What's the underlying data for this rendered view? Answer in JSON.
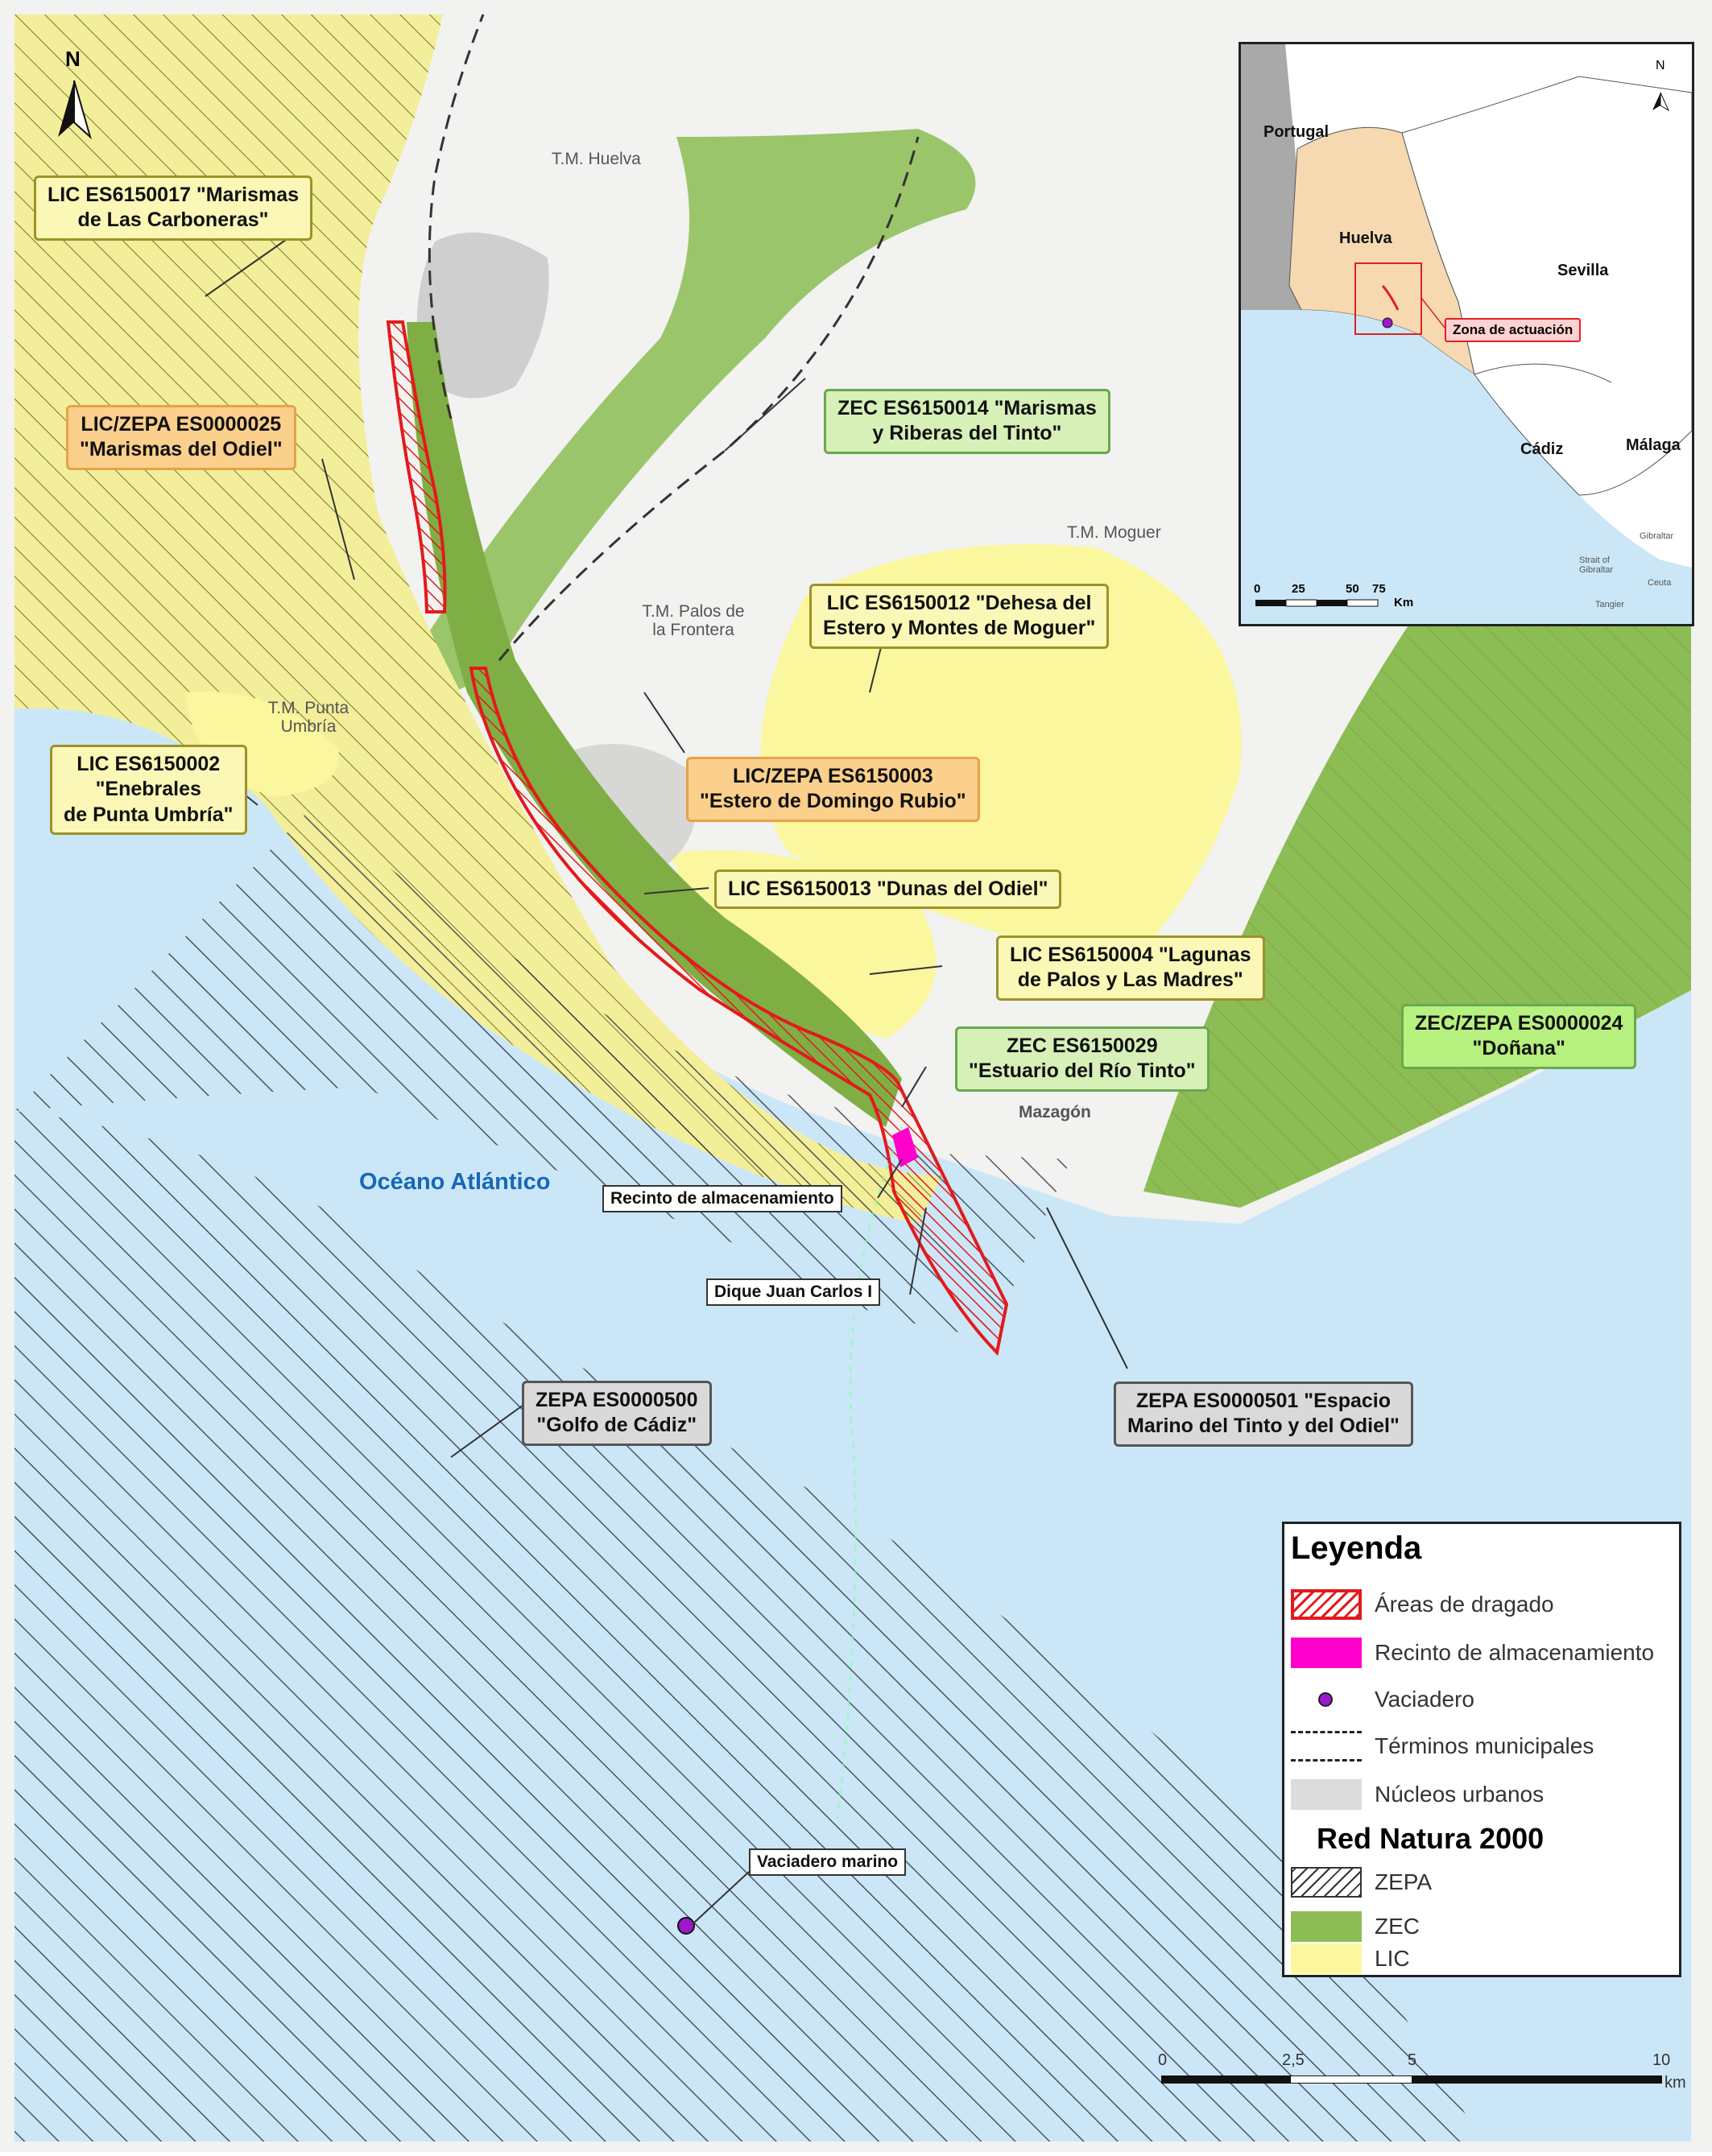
{
  "north_label": "N",
  "ocean_label": "Océano Atlántico",
  "municipal_labels": [
    {
      "name": "T.M. Huelva"
    },
    {
      "name": "T.M. Moguer"
    },
    {
      "name": "T.M. Palos de la Frontera"
    },
    {
      "name": "T.M. Punta Umbría"
    },
    {
      "name": "Mazagón"
    }
  ],
  "protected_area_labels": [
    {
      "id": "lic-carboneras",
      "type": "LIC",
      "line1": "LIC ES6150017 \"Marismas",
      "line2": "de Las Carboneras\""
    },
    {
      "id": "odiel",
      "type": "LIC/ZEPA",
      "line1": "LIC/ZEPA ES0000025",
      "line2": "\"Marismas del Odiel\""
    },
    {
      "id": "zec-tinto",
      "type": "ZEC",
      "line1": "ZEC ES6150014 \"Marismas",
      "line2": "y Riberas del Tinto\""
    },
    {
      "id": "lic-dehesa",
      "type": "LIC",
      "line1": "LIC ES6150012 \"Dehesa del",
      "line2": "Estero y Montes de Moguer\""
    },
    {
      "id": "lic-enebrales",
      "type": "LIC",
      "line1": "LIC ES6150002",
      "line2": "\"Enebrales",
      "line3": "de Punta Umbría\""
    },
    {
      "id": "domingo-rubio",
      "type": "LIC/ZEPA",
      "line1": "LIC/ZEPA ES6150003",
      "line2": "\"Estero de Domingo Rubio\""
    },
    {
      "id": "lic-dunas",
      "type": "LIC",
      "line1": "LIC ES6150013 \"Dunas del Odiel\""
    },
    {
      "id": "lic-lagunas",
      "type": "LIC",
      "line1": "LIC ES6150004 \"Lagunas",
      "line2": "de Palos y Las Madres\""
    },
    {
      "id": "zec-estuario",
      "type": "ZEC",
      "line1": "ZEC ES6150029",
      "line2": "\"Estuario del Río Tinto\""
    },
    {
      "id": "donana",
      "type": "ZEC/ZEPA",
      "line1": "ZEC/ZEPA ES0000024",
      "line2": "\"Doñana\""
    },
    {
      "id": "zepa-golfo",
      "type": "ZEPA",
      "line1": "ZEPA ES0000500",
      "line2": "\"Golfo de Cádiz\""
    },
    {
      "id": "zepa-espacio",
      "type": "ZEPA",
      "line1": "ZEPA ES0000501 \"Espacio",
      "line2": "Marino del Tinto y del Odiel\""
    }
  ],
  "feature_labels": {
    "recinto": "Recinto de almacenamiento",
    "dique": "Dique Juan Carlos I",
    "vaciadero": "Vaciadero marino"
  },
  "inset_map": {
    "north": "N",
    "regions": [
      "Portugal",
      "Huelva",
      "Sevilla",
      "Cádiz",
      "Málaga"
    ],
    "places": [
      "Strait of Gibraltar",
      "Gibraltar",
      "Tangier",
      "Ceuta"
    ],
    "zona_label": "Zona de actuación",
    "scale_ticks": [
      "0",
      "25",
      "50",
      "75"
    ],
    "scale_unit": "Km"
  },
  "legend": {
    "title": "Leyenda",
    "items": [
      {
        "label": "Áreas de dragado",
        "symbol": "red-hatch"
      },
      {
        "label": "Recinto de almacenamiento",
        "symbol": "magenta-fill"
      },
      {
        "label": "Vaciadero",
        "symbol": "purple-dot"
      },
      {
        "label": "Términos municipales",
        "symbol": "dashed-line"
      },
      {
        "label": "Núcleos urbanos",
        "symbol": "grey-fill"
      }
    ],
    "section_title": "Red Natura 2000",
    "natura_items": [
      {
        "label": "ZEPA",
        "symbol": "black-hatch"
      },
      {
        "label": "ZEC",
        "symbol": "green-fill"
      },
      {
        "label": "LIC",
        "symbol": "yellow-fill"
      }
    ]
  },
  "scale_bar": {
    "ticks": [
      "0",
      "2,5",
      "5",
      "10"
    ],
    "unit": "km"
  },
  "colors": {
    "sea": "#cbe7f7",
    "land": "#f2f2f0",
    "zec": "#8cbd54",
    "lic": "#fbf79f",
    "lic_zepa_odiel": "#f3ee9a",
    "dredging": "#e31a1c",
    "recinto": "#ff00cc",
    "vaciadero": "#9b19c8",
    "urban": "#cfcfcf"
  }
}
